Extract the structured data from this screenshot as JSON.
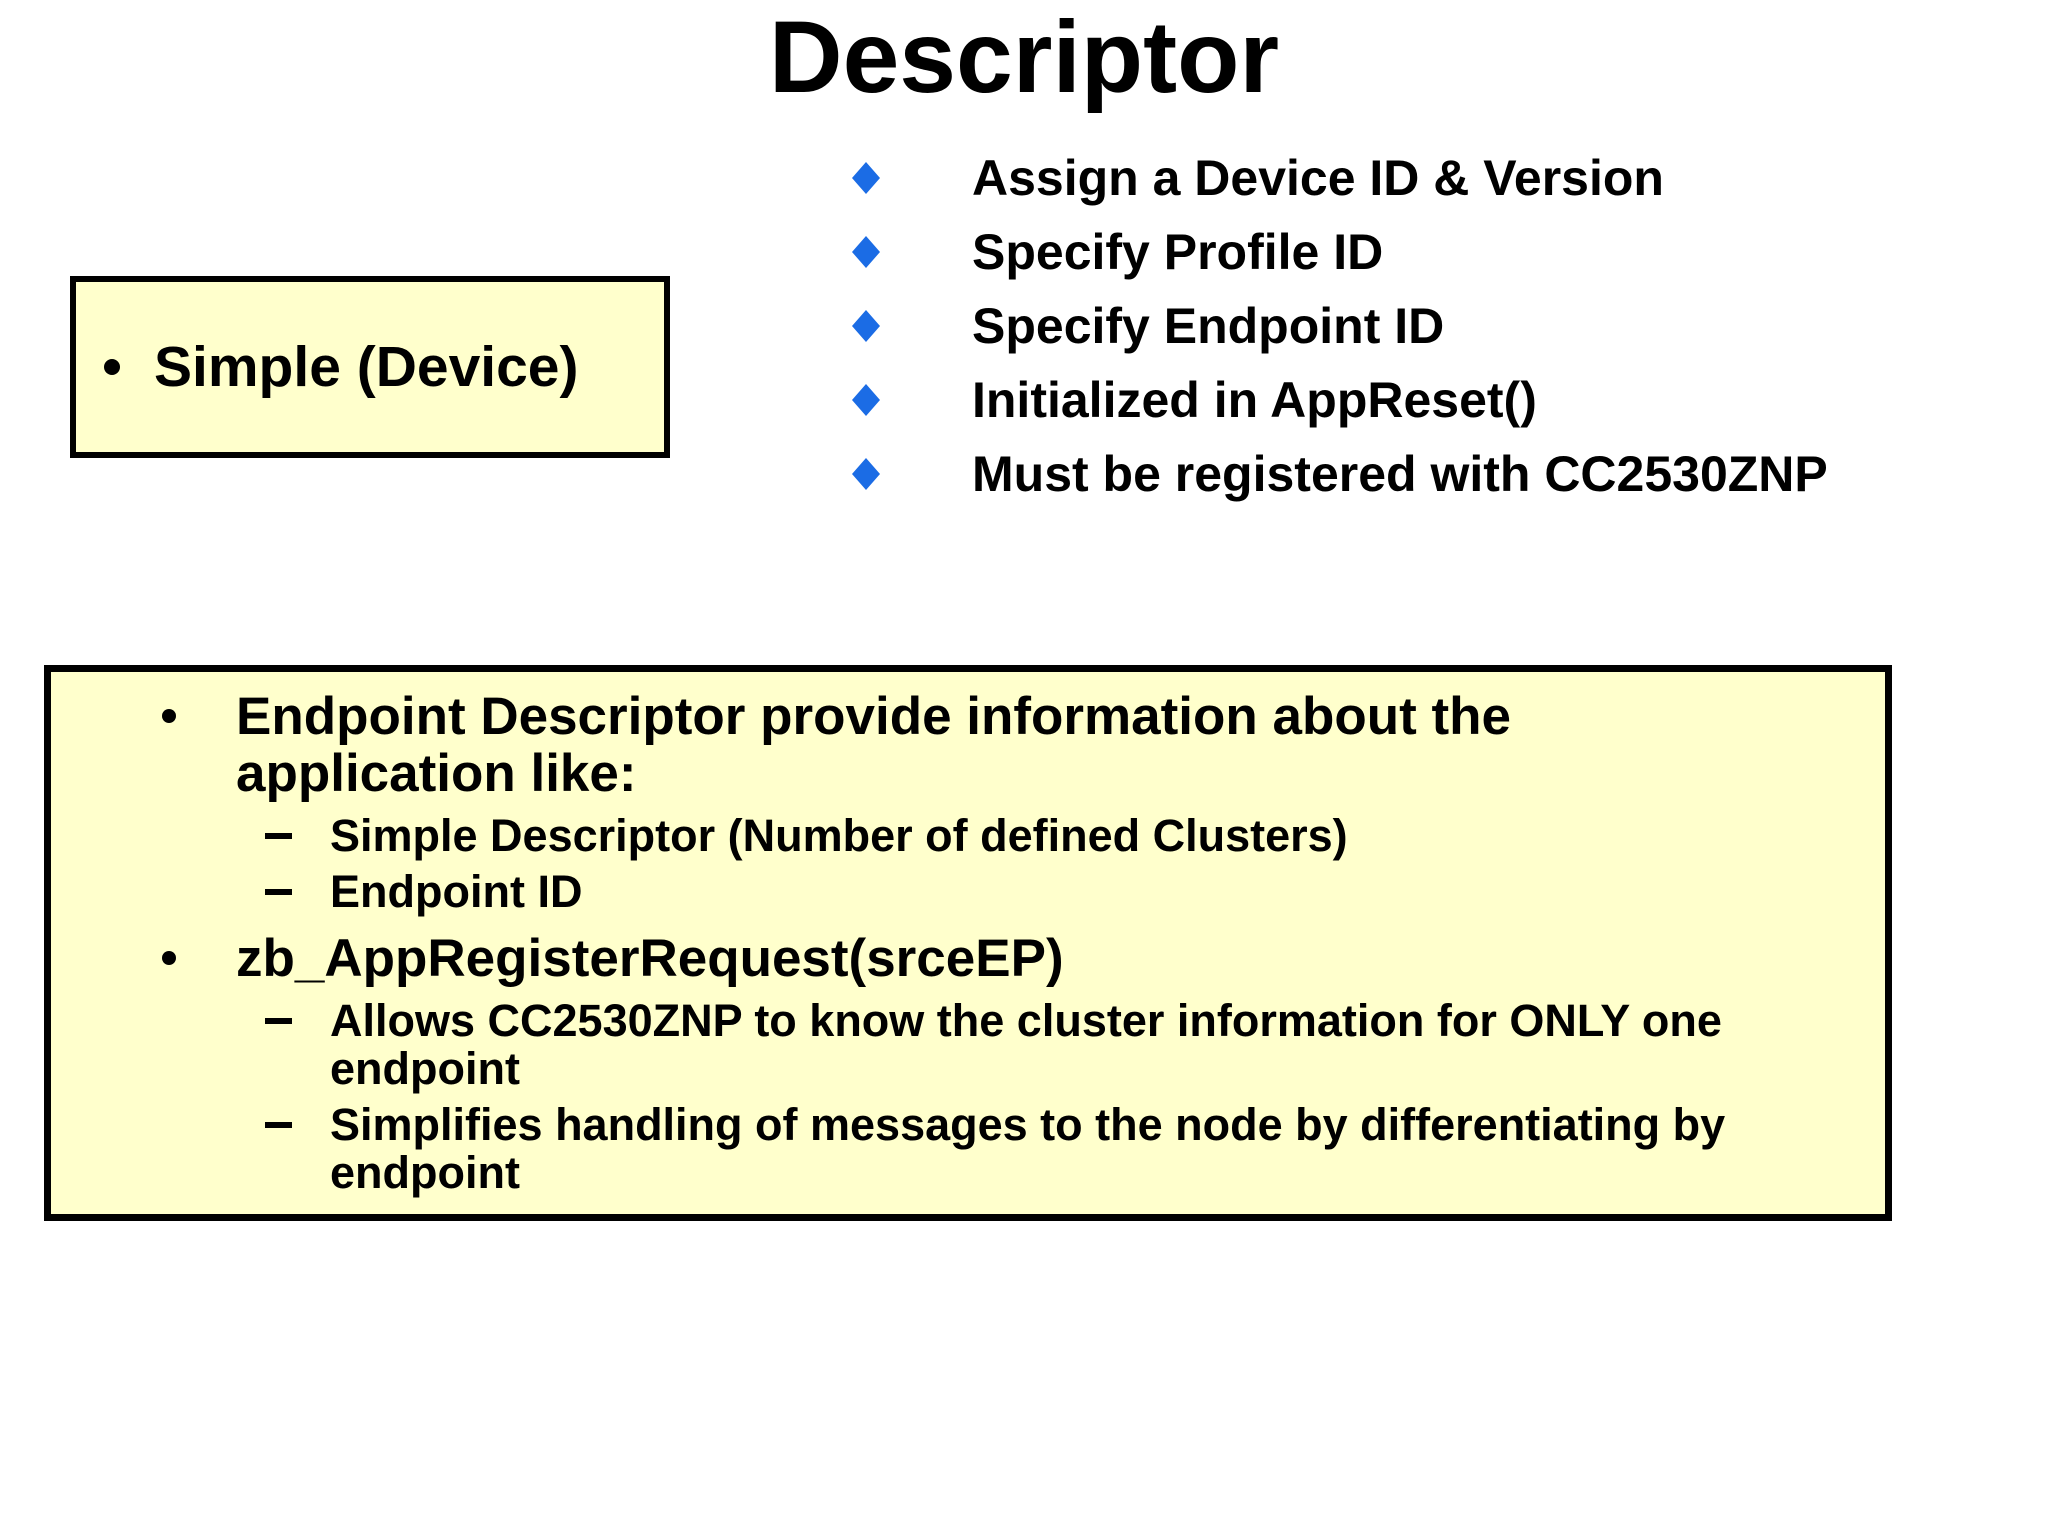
{
  "slide": {
    "title": "Descriptor",
    "feature_list": {
      "items": [
        "Assign a Device ID & Version",
        "Specify Profile ID",
        "Specify Endpoint ID",
        "Initialized in AppReset()",
        "Must be registered with CC2530ZNP"
      ]
    },
    "simple_box": {
      "text": "Simple (Device)"
    },
    "detail_box": {
      "items": [
        {
          "level": 1,
          "text": "Endpoint Descriptor provide information about the application like:"
        },
        {
          "level": 2,
          "text": "Simple Descriptor (Number of defined Clusters)"
        },
        {
          "level": 2,
          "text": "Endpoint ID"
        },
        {
          "level": 1,
          "text": "zb_AppRegisterRequest(srceEP)"
        },
        {
          "level": 2,
          "text": "Allows CC2530ZNP to know the cluster information for ONLY one endpoint"
        },
        {
          "level": 2,
          "text": "Simplifies handling of messages to the node by differentiating by endpoint"
        }
      ]
    },
    "colors": {
      "diamond": "#1B6CE5",
      "box_fill": "#FFFFCC",
      "box_border": "#000000",
      "text": "#000000",
      "background": "#FFFFFF"
    }
  }
}
